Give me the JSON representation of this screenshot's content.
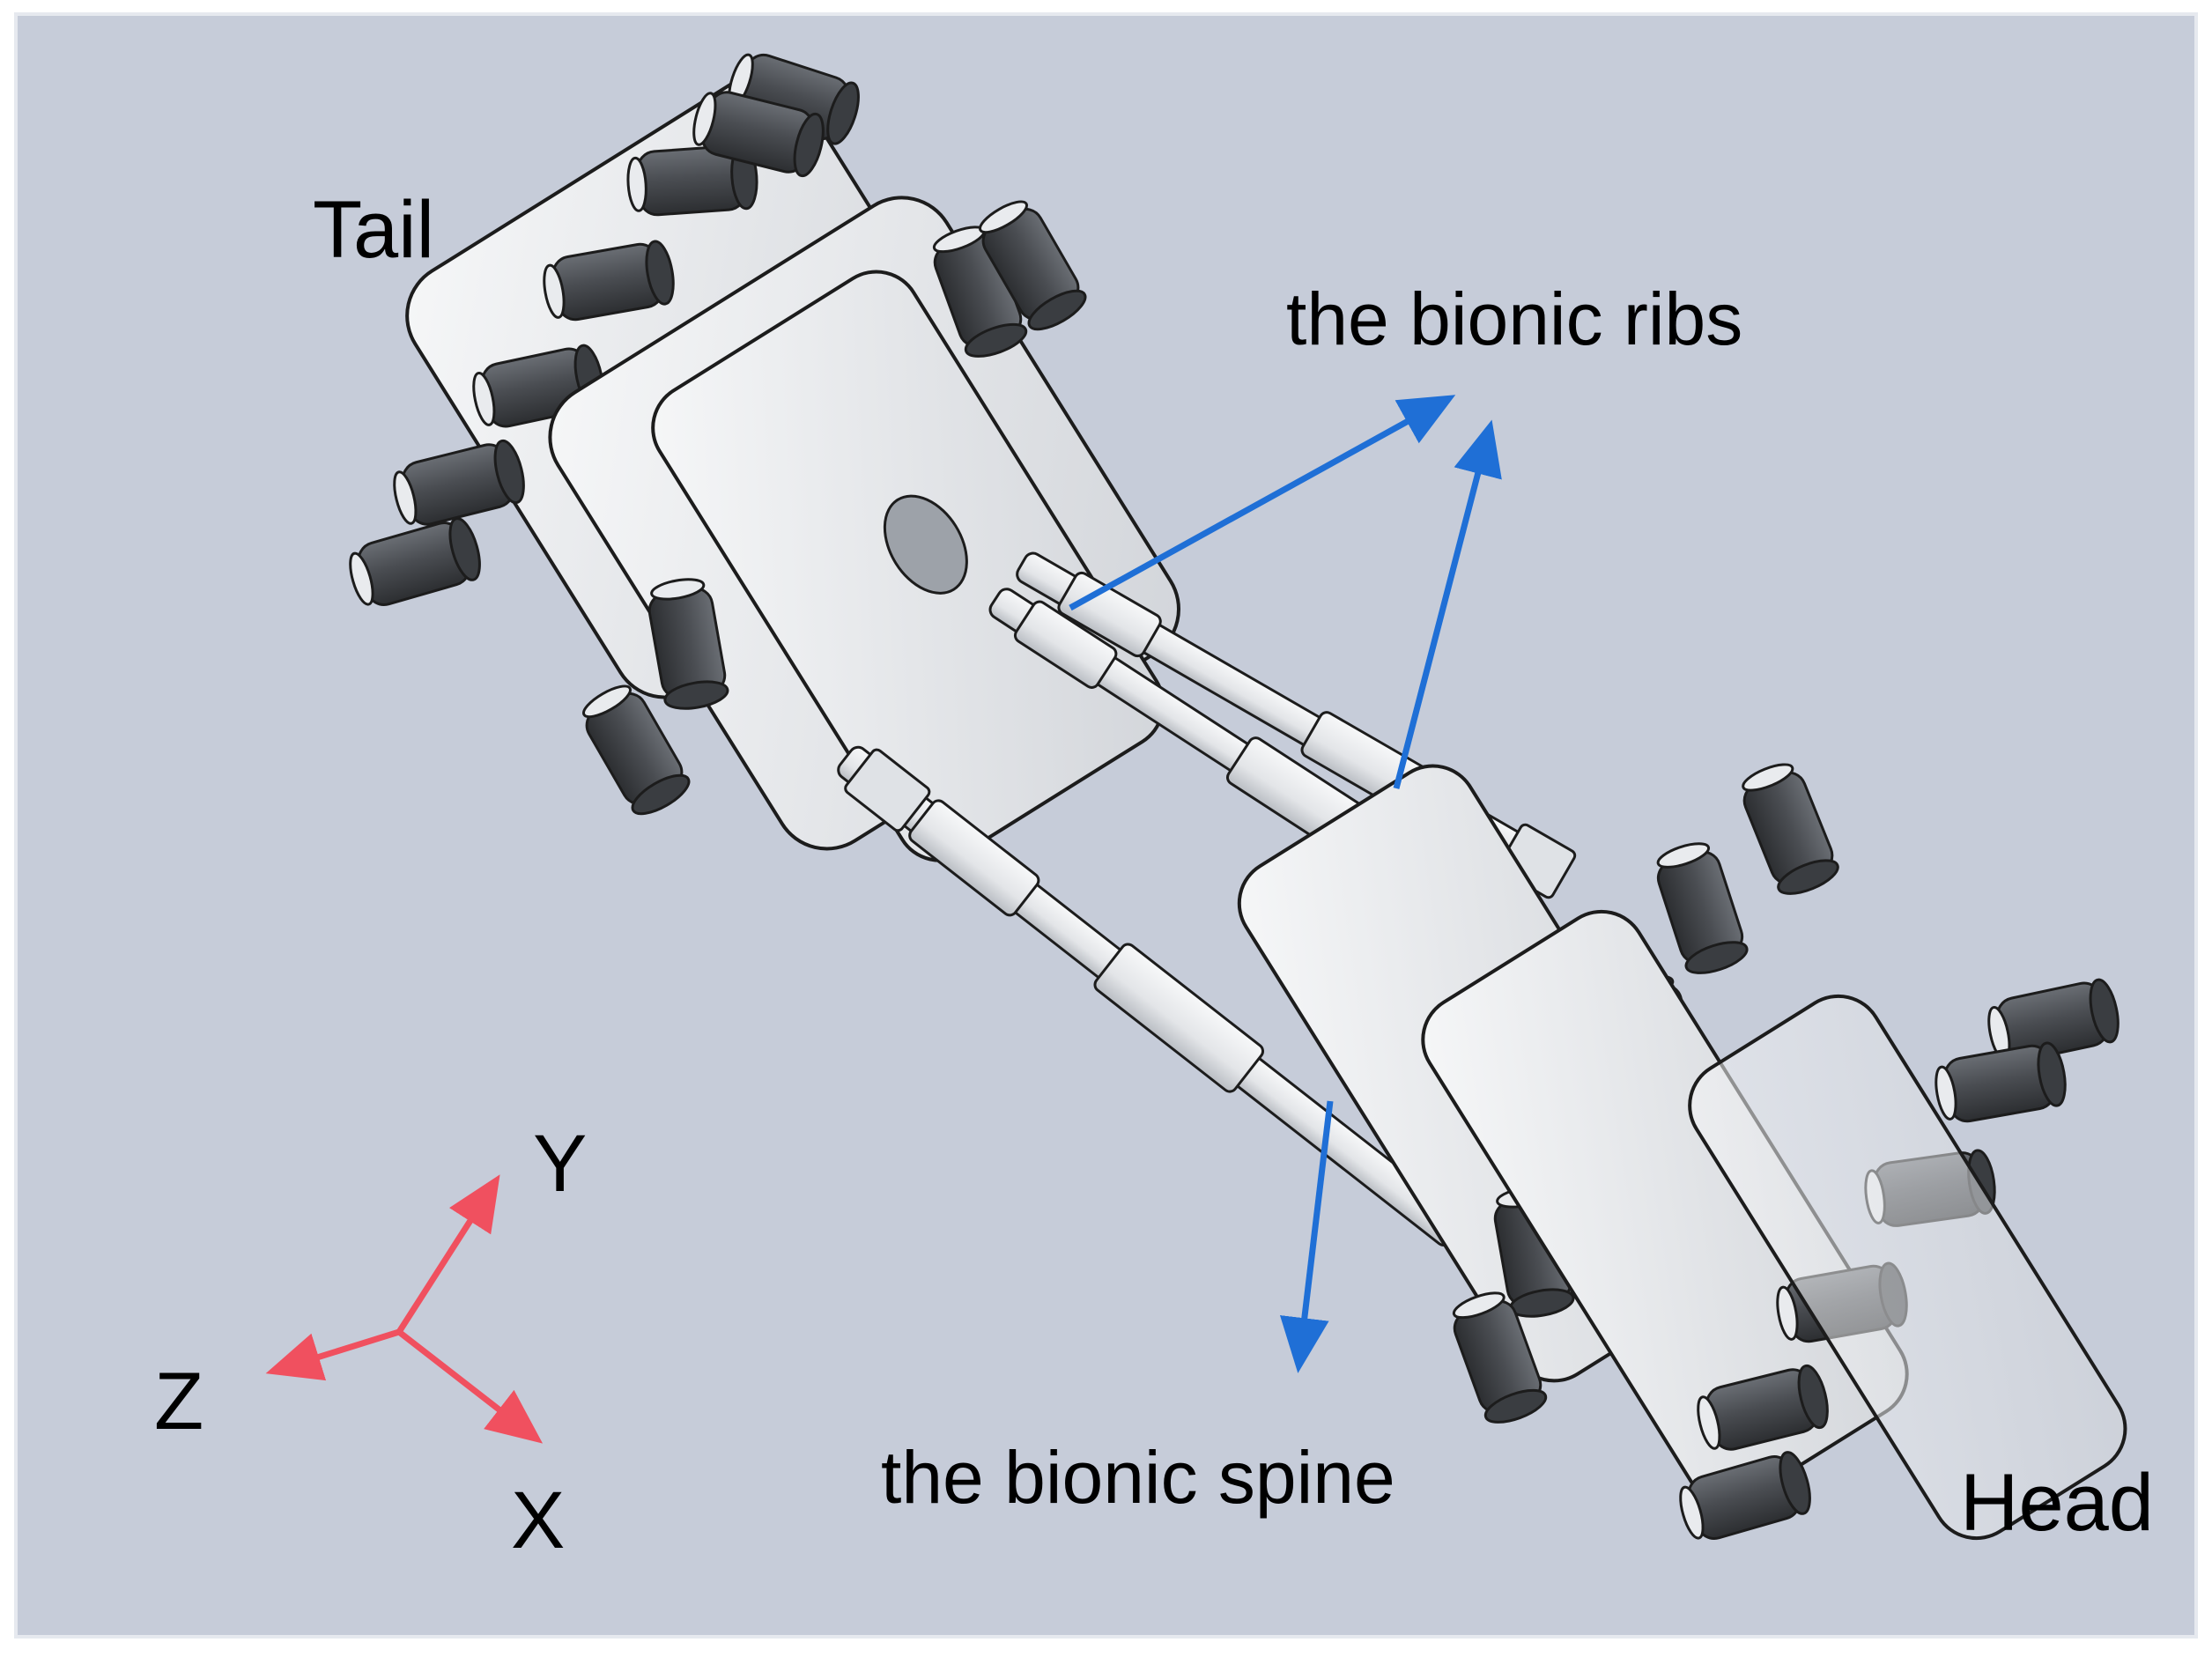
{
  "labels": {
    "tail": "Tail",
    "head": "Head",
    "ribs": "the bionic ribs",
    "spine": "the bionic spine"
  },
  "axes": {
    "y": "Y",
    "z": "Z",
    "x": "X"
  },
  "colors": {
    "background": "#c6ccd9",
    "frame_border": "#e6e9ef",
    "annotation_arrow": "#1f6fd6",
    "axis_arrow": "#f0505f",
    "roller": "#4a4d52",
    "roller_dark": "#2f3236",
    "plate": "#e9ebee",
    "rod": "#eef0f2",
    "outline": "#1c1c1c"
  }
}
